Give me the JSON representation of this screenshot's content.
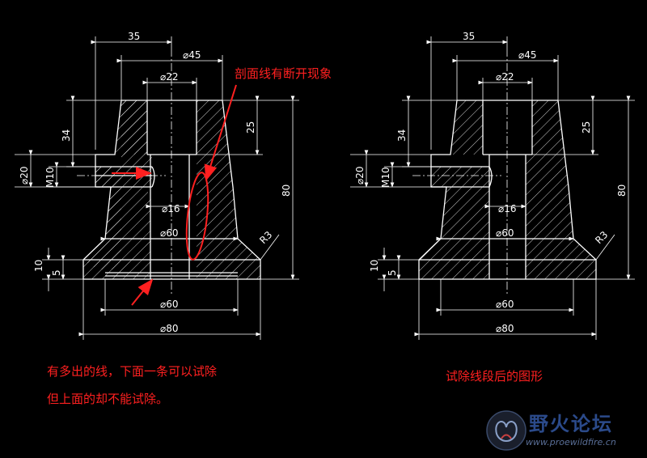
{
  "dimensions": {
    "d35": "35",
    "d45": "⌀45",
    "d22": "⌀22",
    "d34": "34",
    "d25": "25",
    "d20": "⌀20",
    "m10": "M10",
    "d16": "⌀16",
    "d60": "⌀60",
    "d80": "80",
    "r3": "R3",
    "d10": "10",
    "d5": "5",
    "bot60": "⌀60",
    "bot80": "⌀80"
  },
  "annotations": {
    "hatch_gap": "剖面线有断开现象",
    "left_caption_line1": "有多出的线，下面一条可以试除",
    "left_caption_line2": "但上面的却不能试除。",
    "right_caption": "试除线段后的图形"
  },
  "watermark": {
    "title": "野火论坛",
    "url": "www.proewildfire.cn"
  },
  "colors": {
    "background": "#000000",
    "geometry": "#ffffff",
    "annotation": "#ff2020",
    "watermark": "#2b4a8a"
  }
}
